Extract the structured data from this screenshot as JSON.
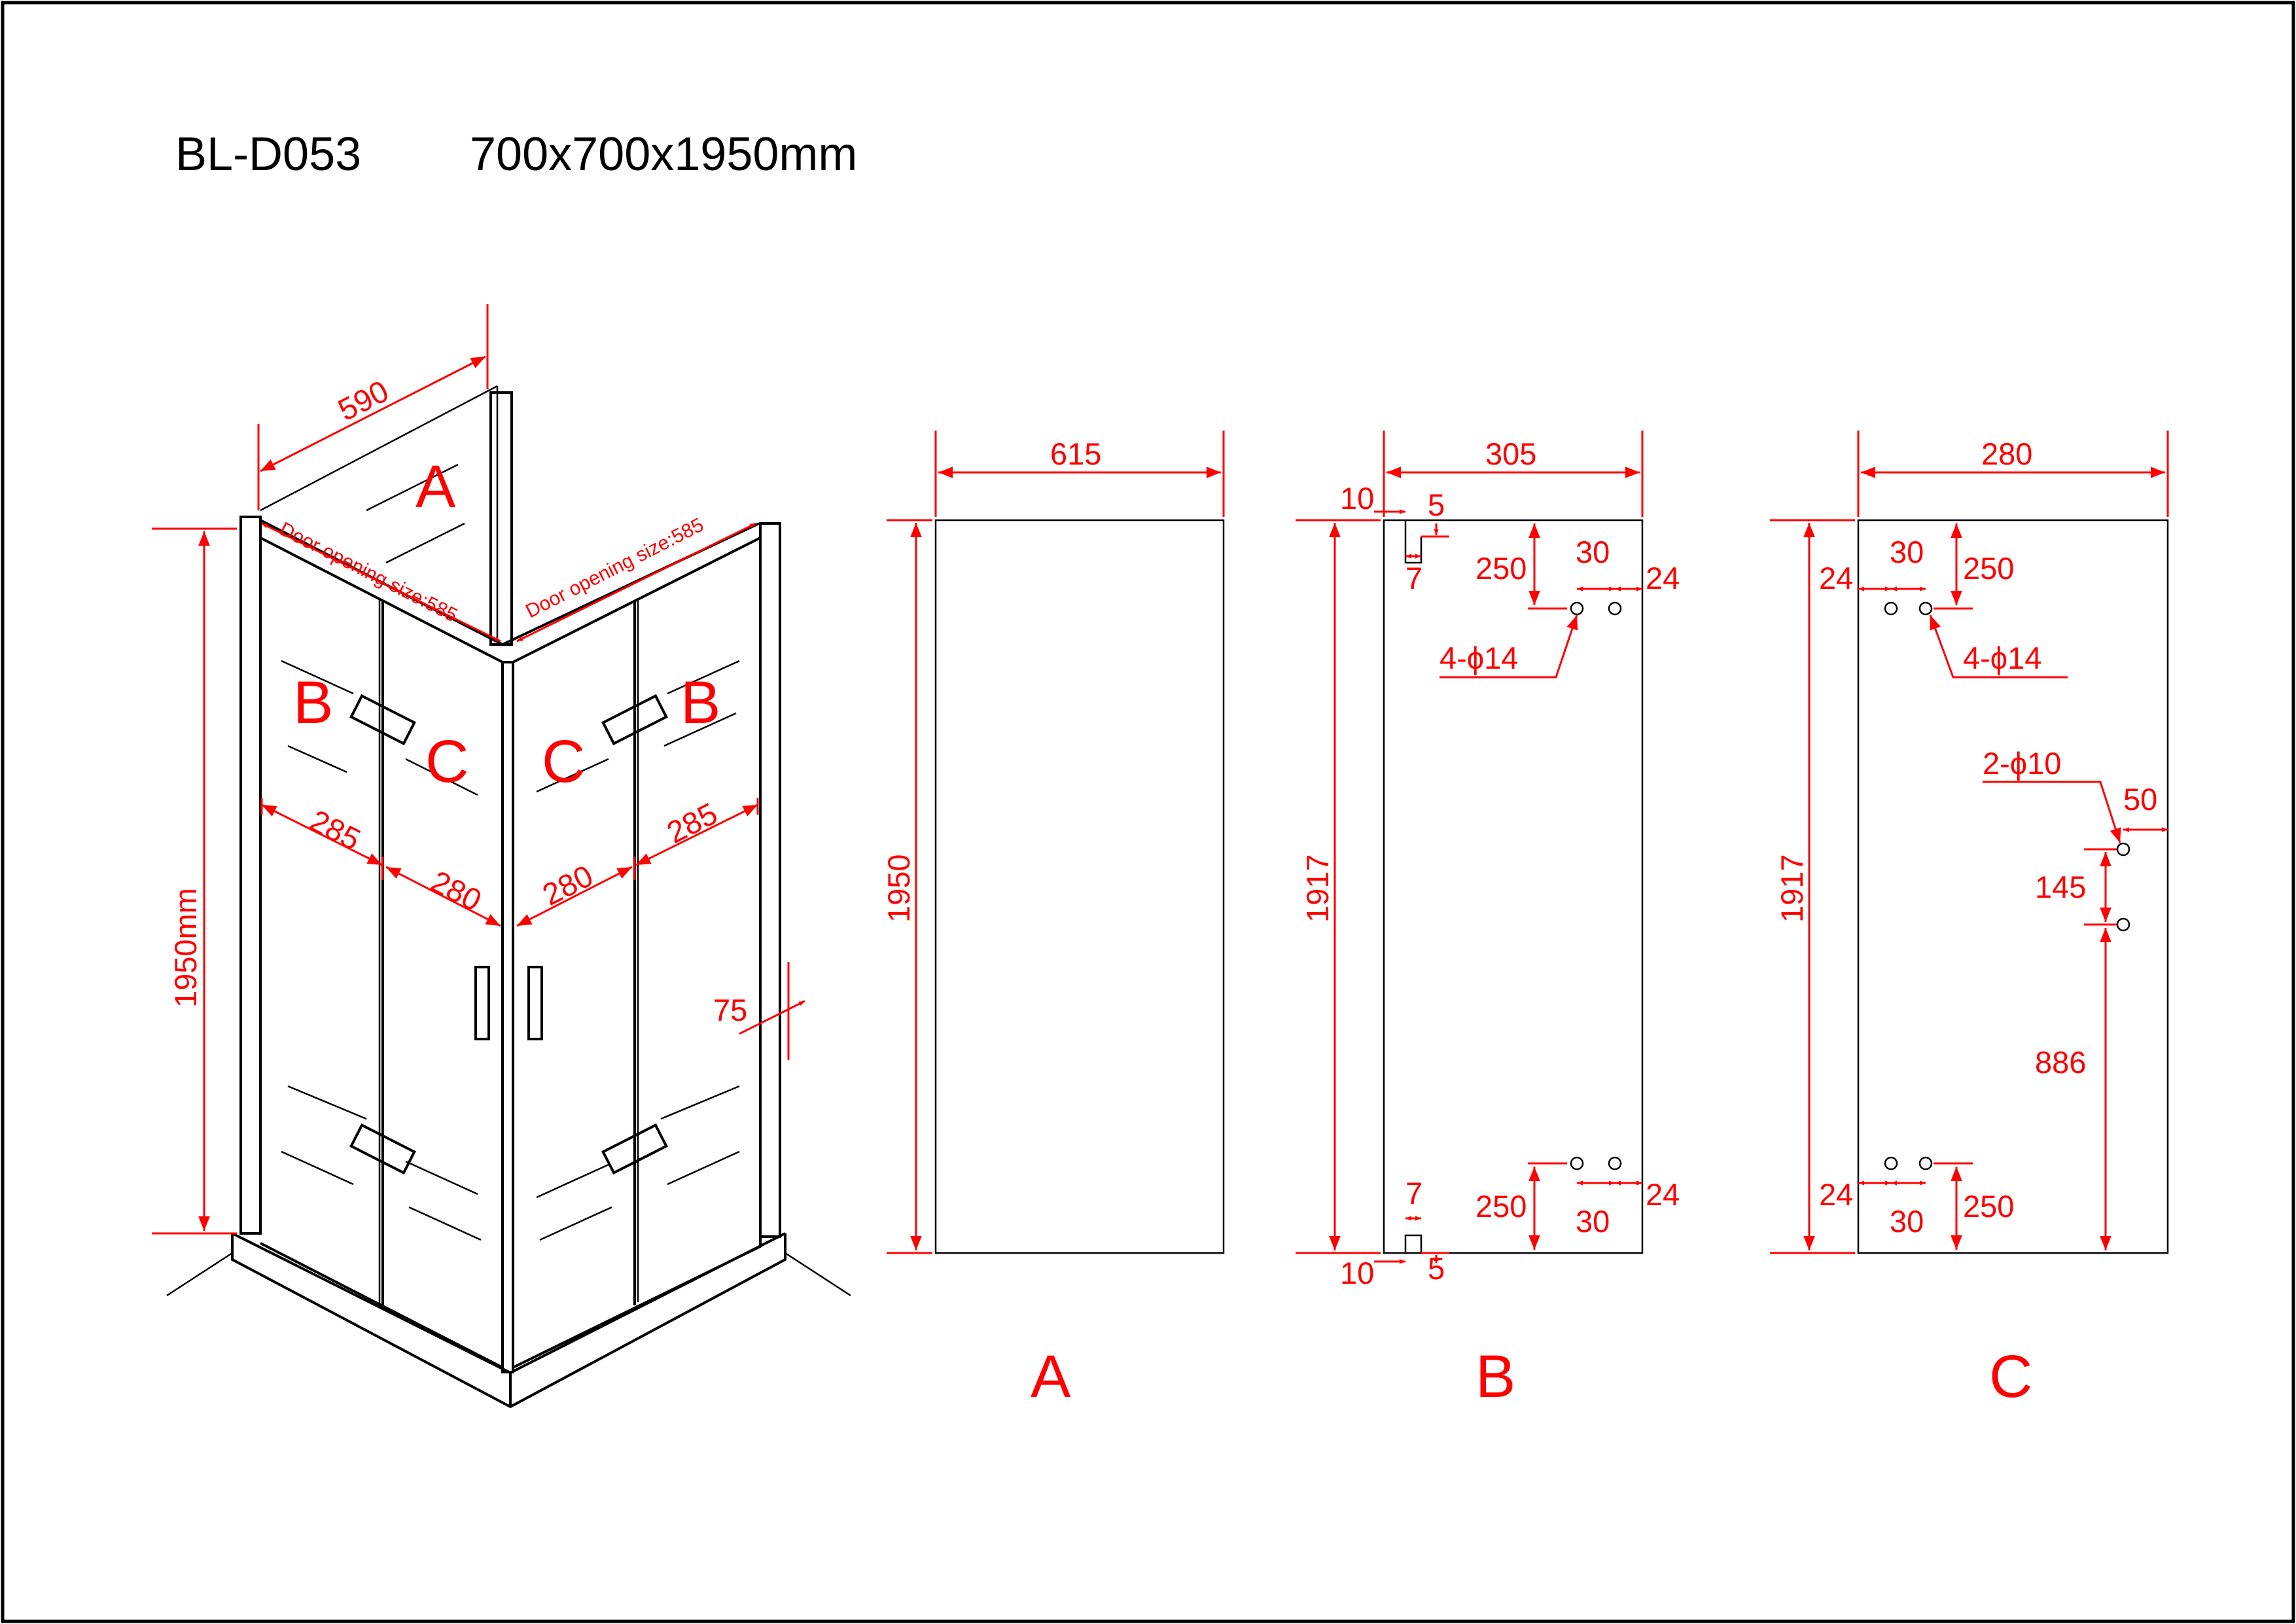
{
  "title": {
    "model": "BL-D053",
    "size": "700x700x1950mm"
  },
  "overview": {
    "width_back": "590",
    "height": "1950mm",
    "door_left": "Door opening size:585",
    "door_right": "Door opening size:585",
    "left_outer": "285",
    "left_inner": "280",
    "right_inner": "280",
    "right_outer": "285",
    "profile": "75",
    "labels": {
      "A": "A",
      "B_left": "B",
      "C_left": "C",
      "C_right": "C",
      "B_right": "B"
    }
  },
  "panel_a": {
    "label": "A",
    "width": "615",
    "height": "1950"
  },
  "panel_b": {
    "label": "B",
    "width": "305",
    "height": "1917",
    "offset_top": "10",
    "notch_top": "5",
    "notch_width_top": "7",
    "hole_from_top": "250",
    "hole_spacing_top": "30",
    "hole_edge_top": "24",
    "holes": "4-ϕ14",
    "notch_width_bottom": "7",
    "hole_from_bottom": "250",
    "hole_spacing_bottom": "30",
    "hole_edge_bottom": "24",
    "offset_bottom": "10",
    "notch_bottom": "5"
  },
  "panel_c": {
    "label": "C",
    "width": "280",
    "height": "1917",
    "hole_edge_top": "24",
    "hole_spacing_top": "30",
    "hole_from_top": "250",
    "holes": "4-ϕ14",
    "handle_holes": "2-ϕ10",
    "handle_edge": "50",
    "handle_spacing": "145",
    "handle_height": "886",
    "hole_edge_bottom": "24",
    "hole_spacing_bottom": "30",
    "hole_from_bottom": "250"
  }
}
